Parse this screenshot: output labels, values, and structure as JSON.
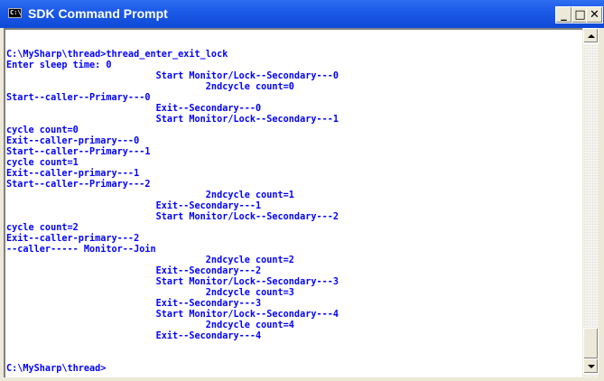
{
  "window": {
    "title": "SDK Command Prompt",
    "icon": "console-icon",
    "icon_text": "C:\\",
    "controls": {
      "minimize": "_",
      "maximize": "□",
      "close": "✕"
    }
  },
  "console": {
    "lines": [
      "C:\\MySharp\\thread>thread_enter_exit_lock",
      "Enter sleep time: 0",
      "                           Start Monitor/Lock--Secondary---0",
      "                                    2ndcycle count=0",
      "Start--caller--Primary---0",
      "                           Exit--Secondary---0",
      "                           Start Monitor/Lock--Secondary---1",
      "cycle count=0",
      "Exit--caller-primary---0",
      "Start--caller--Primary---1",
      "cycle count=1",
      "Exit--caller-primary---1",
      "Start--caller--Primary---2",
      "                                    2ndcycle count=1",
      "                           Exit--Secondary---1",
      "                           Start Monitor/Lock--Secondary---2",
      "cycle count=2",
      "Exit--caller-primary---2",
      "--caller----- Monitor--Join",
      "                                    2ndcycle count=2",
      "                           Exit--Secondary---2",
      "                           Start Monitor/Lock--Secondary---3",
      "                                    2ndcycle count=3",
      "                           Exit--Secondary---3",
      "                           Start Monitor/Lock--Secondary---4",
      "                                    2ndcycle count=4",
      "                           Exit--Secondary---4",
      "",
      "",
      "C:\\MySharp\\thread>"
    ]
  },
  "scrollbar": {
    "position_percent": 100
  }
}
